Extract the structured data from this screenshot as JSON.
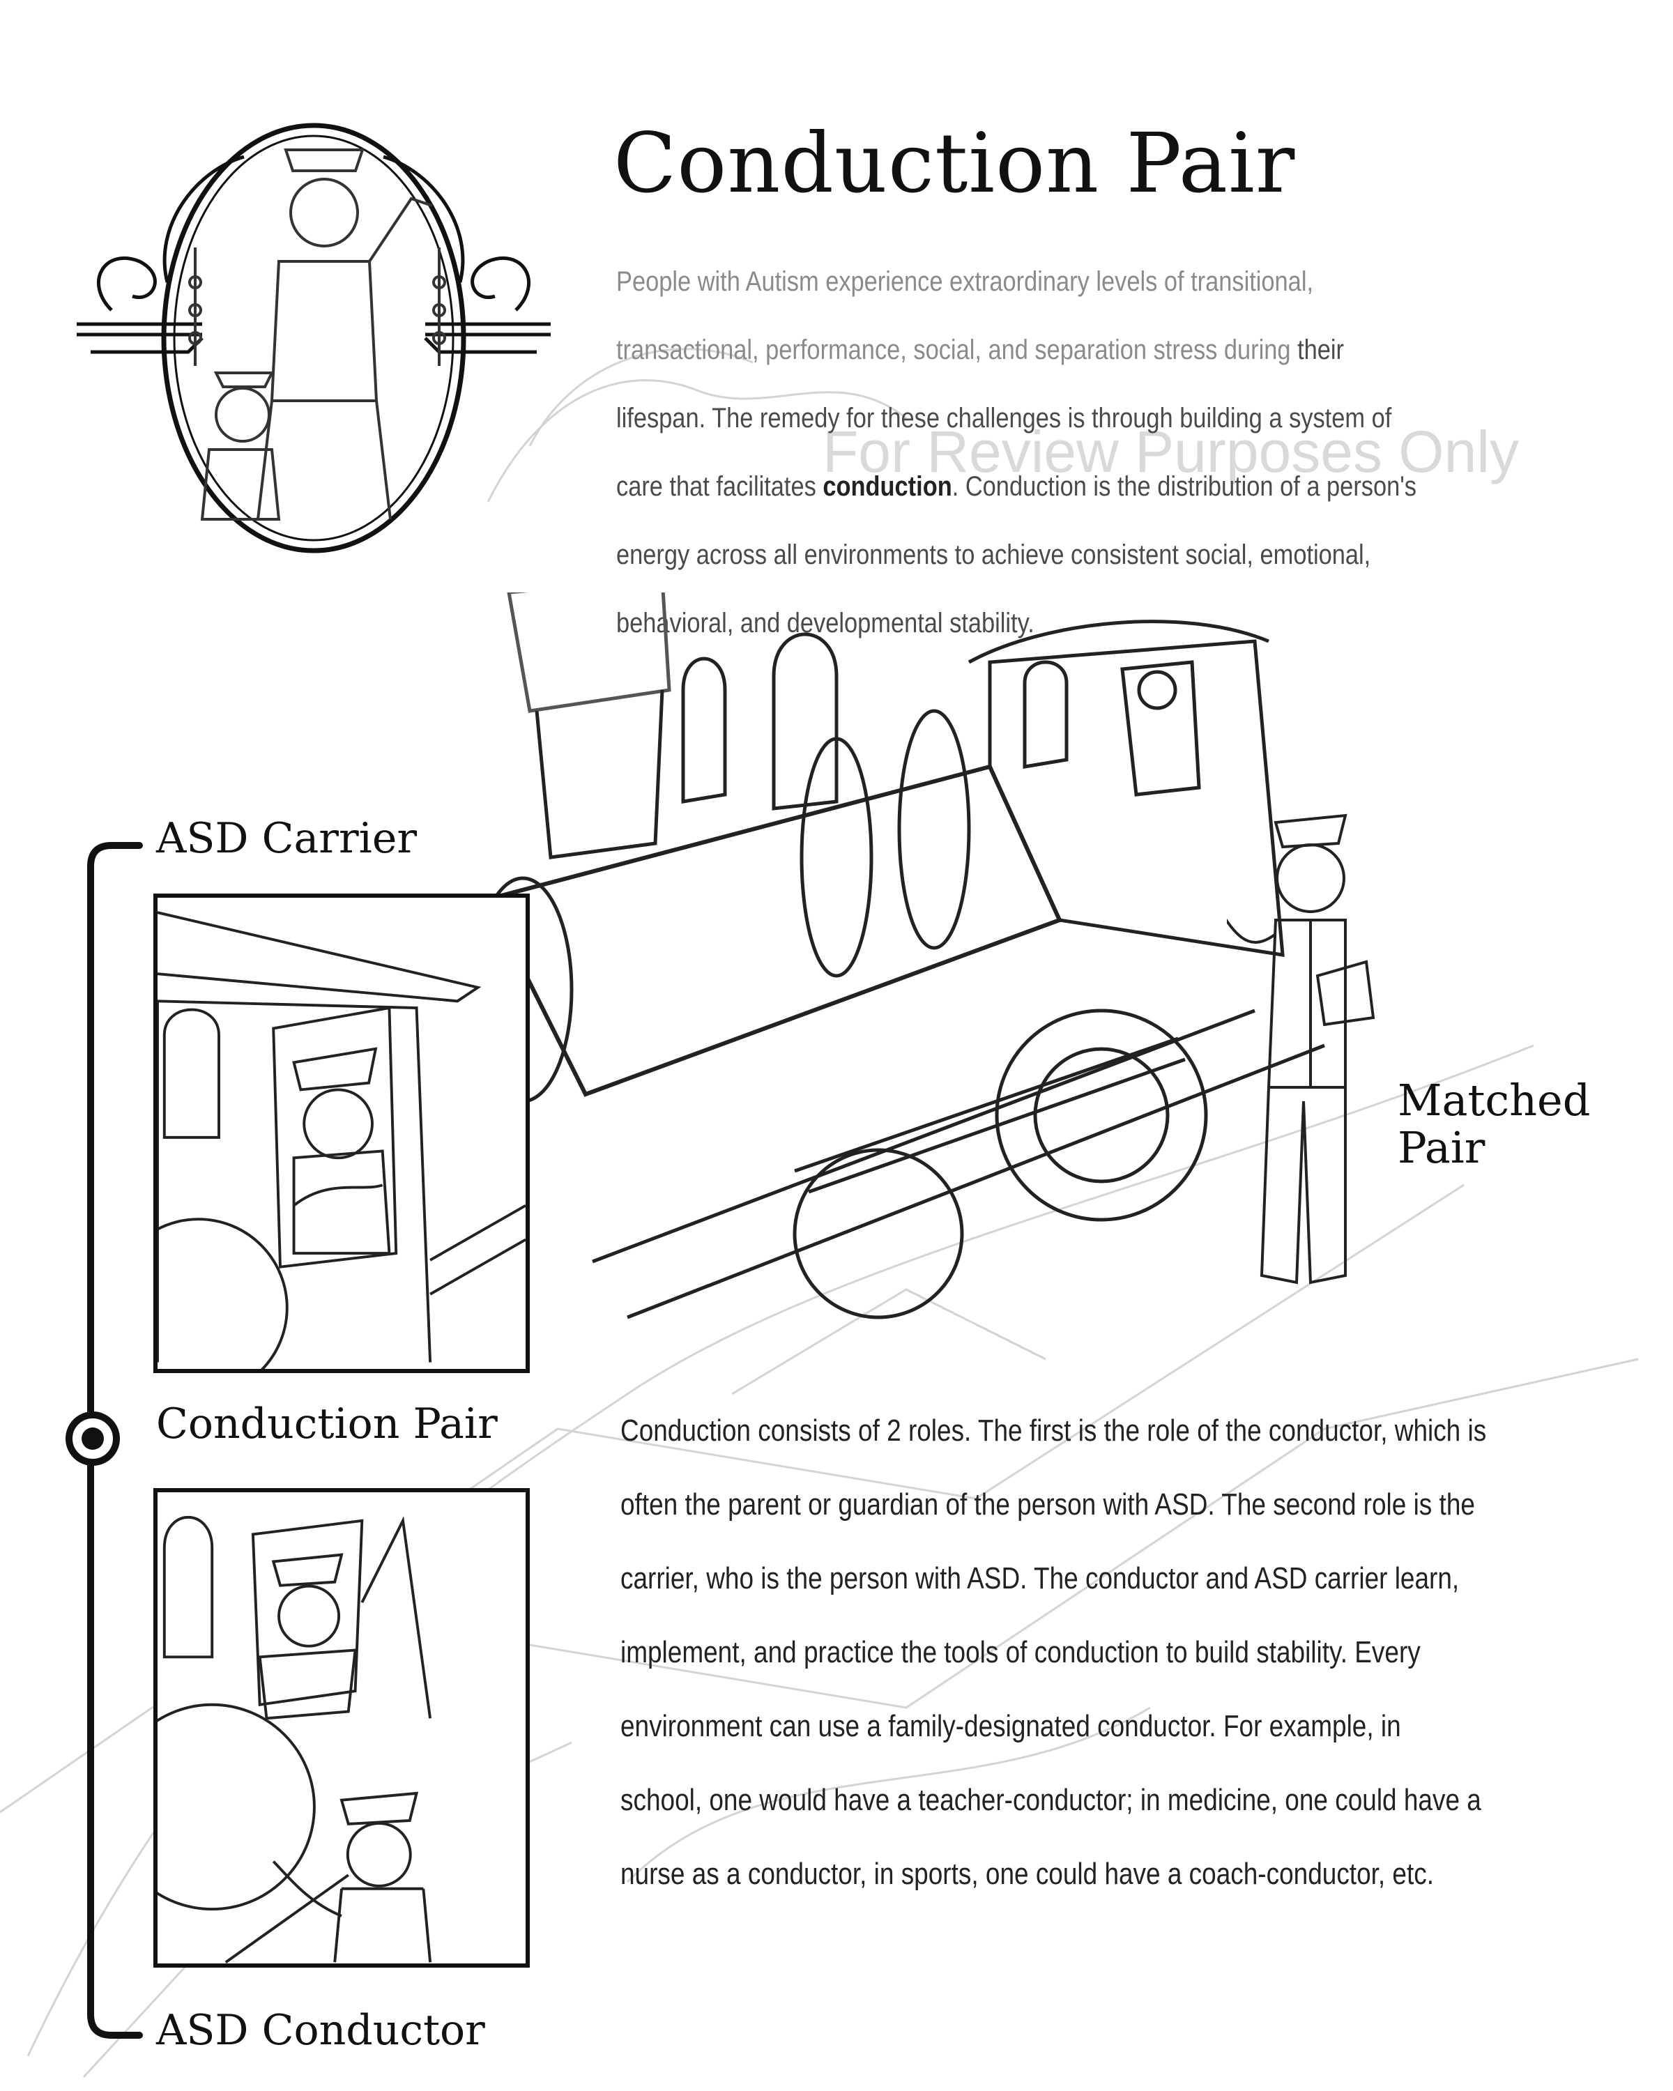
{
  "title": "Conduction Pair",
  "intro": {
    "p1": "People with Autism experience extraordinary levels of transitional, transactional, performance, social, and separation stress during ",
    "p2": "their lifespan. The remedy for these challenges is through building a system of care that facilitates ",
    "bold": "conduction",
    "p3": ". Conduction is the distribution of a person's energy across all environments to achieve consistent social, emotional, behavioral, and developmental stability."
  },
  "watermark": "For Review Purposes Only",
  "labels": {
    "carrier": "ASD Carrier",
    "pair": "Conduction Pair",
    "conductor": "ASD Conductor",
    "matched": "Matched Pair"
  },
  "body": "Conduction consists of 2 roles. The first is the role of the conductor, which is often the parent or guardian of the person with ASD. The second role is the carrier, who is the person with ASD. The conductor and ASD carrier learn, implement, and practice the tools of conduction to build stability. Every environment can use a family-designated conductor. For example, in school, one would have a teacher-conductor; in medicine, one could have a nurse as a conductor, in sports, one could have a coach-conductor, etc.",
  "colors": {
    "ink": "#111111",
    "sketch": "#c8c8c8",
    "intro_text": "#8a8a8a"
  },
  "icons": {
    "timeline_marker": "target-circle-icon"
  }
}
